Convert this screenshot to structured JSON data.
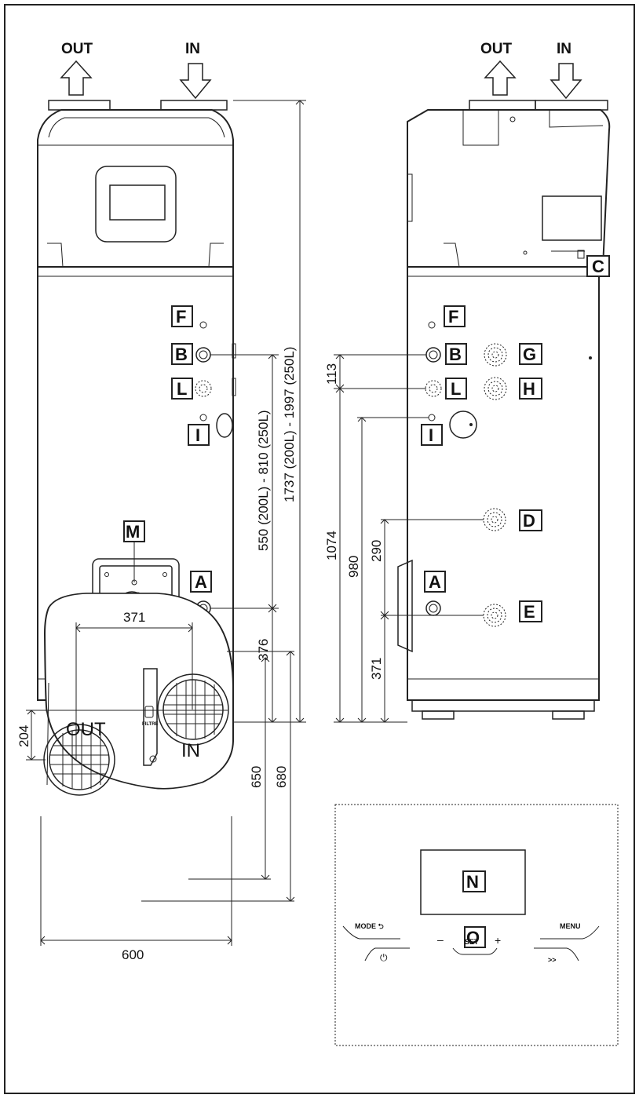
{
  "airflow": {
    "out": "OUT",
    "in": "IN"
  },
  "labels": {
    "A": "A",
    "B": "B",
    "C": "C",
    "D": "D",
    "E": "E",
    "F": "F",
    "G": "G",
    "H": "H",
    "I": "I",
    "L": "L",
    "M": "M",
    "N": "N",
    "O": "O"
  },
  "front_dims": {
    "d_1737_1997": "1737 (200L) - 1997 (250L)",
    "d_550_810": "550 (200L) - 810 (250L)",
    "d_376": "376"
  },
  "side_dims": {
    "d_113": "113",
    "d_1074": "1074",
    "d_980": "980",
    "d_290": "290",
    "d_371": "371"
  },
  "top_view": {
    "out": "OUT",
    "in": "IN",
    "filter": "FILTRE",
    "d_371": "371",
    "d_204": "204",
    "d_650": "650",
    "d_680": "680",
    "d_600": "600"
  },
  "control_panel": {
    "mode": "MODE ⮌",
    "power": "⏻",
    "minus": "–",
    "set": "SET",
    "plus": "+",
    "menu": "MENU",
    "next": ">>"
  }
}
